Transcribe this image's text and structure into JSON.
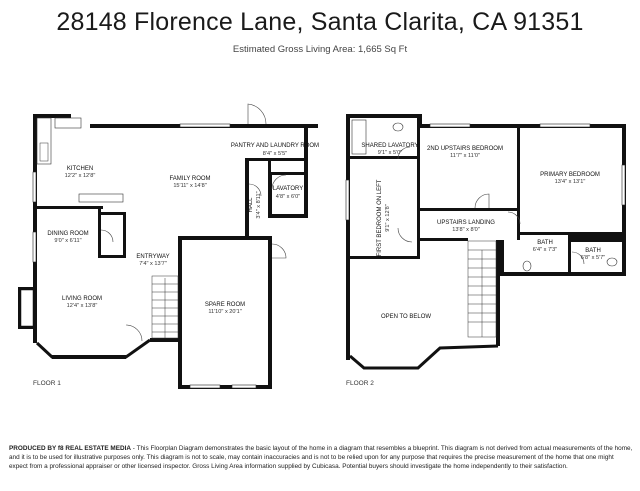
{
  "header": {
    "title": "28148 Florence Lane, Santa Clarita, CA 91351",
    "subtitle": "Estimated Gross Living Area: 1,665 Sq Ft"
  },
  "floor1": {
    "label": "FLOOR 1",
    "rooms": [
      {
        "name": "KITCHEN",
        "dims": "12'2\" x 12'8\""
      },
      {
        "name": "FAMILY ROOM",
        "dims": "15'11\" x 14'8\""
      },
      {
        "name": "PANTRY AND LAUNDRY ROOM",
        "dims": "8'4\" x 5'5\""
      },
      {
        "name": "LAVATORY",
        "dims": "4'8\" x 6'0\""
      },
      {
        "name": "HALL",
        "dims": "3'4\" x 8'11\""
      },
      {
        "name": "DINING ROOM",
        "dims": "9'0\" x 6'11\""
      },
      {
        "name": "ENTRYWAY",
        "dims": "7'4\" x 13'7\""
      },
      {
        "name": "LIVING ROOM",
        "dims": "12'4\" x 13'8\""
      },
      {
        "name": "SPARE ROOM",
        "dims": "11'10\" x 20'1\""
      }
    ]
  },
  "floor2": {
    "label": "FLOOR 2",
    "rooms": [
      {
        "name": "SHARED LAVATORY",
        "dims": "9'1\" x 5'0\""
      },
      {
        "name": "2ND UPSTAIRS BEDROOM",
        "dims": "11'7\" x 11'0\""
      },
      {
        "name": "PRIMARY BEDROOM",
        "dims": "13'4\" x 13'1\""
      },
      {
        "name": "FIRST BEDROOM ON LEFT",
        "dims": "9'1\" x 12'8\""
      },
      {
        "name": "UPSTAIRS LANDING",
        "dims": "13'8\" x 8'0\""
      },
      {
        "name": "BATH",
        "dims": "6'4\" x 7'3\""
      },
      {
        "name": "BATH",
        "dims": "6'8\" x 5'7\""
      },
      {
        "name": "OPEN TO BELOW",
        "dims": ""
      }
    ]
  },
  "footer": {
    "bold": "PRODUCED BY f8 REAL ESTATE MEDIA",
    "text": " - This Floorplan Diagram demonstrates the basic layout of the home in a diagram that resembles a blueprint. This diagram is not derived from actual measurements of the home, and it is to be used for illustrative purposes only. This diagram is not to scale, may contain inaccuracies and is not to be relied upon for any purpose that requires the precise measurement of the home that one might expect from a professional appraiser or other licensed inspector. Gross Living Area information supplied by Cubicasa. Potential buyers should investigate the home independently to their satisfaction."
  }
}
